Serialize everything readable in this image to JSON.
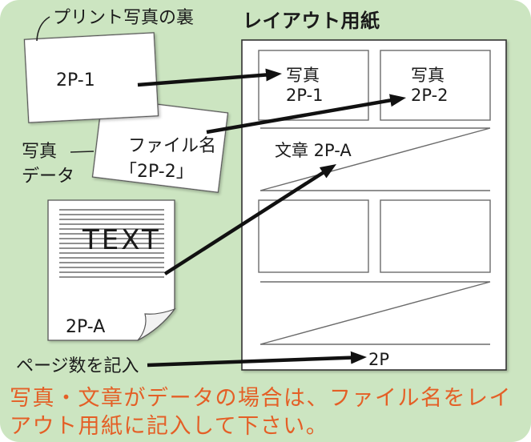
{
  "title": "レイアウト用紙",
  "sources": {
    "print_photo_back": {
      "label": "プリント写真の裏",
      "card_text": "2P-1"
    },
    "photo_data": {
      "label_lines": [
        "写真",
        "データ"
      ],
      "card_lines": [
        "ファイル名",
        "「2P-2」"
      ]
    },
    "text_document": {
      "heading": "TEXT",
      "page_label": "2P-A"
    },
    "page_count": {
      "label": "ページ数を記入"
    }
  },
  "layout_sheet": {
    "photo_slots": [
      {
        "lines": [
          "写真",
          "2P-1"
        ]
      },
      {
        "lines": [
          "写真",
          "2P-2"
        ]
      }
    ],
    "text_area_label": "文章 2P-A",
    "page_number": "2P"
  },
  "note": {
    "lines": [
      "写真・文章がデータの場合は、ファイル名をレイ",
      "アウト用紙に記入して下さい。"
    ]
  },
  "colors": {
    "background": "#cce5c1",
    "note_text": "#e45f26",
    "ink": "#1a1a1a"
  }
}
